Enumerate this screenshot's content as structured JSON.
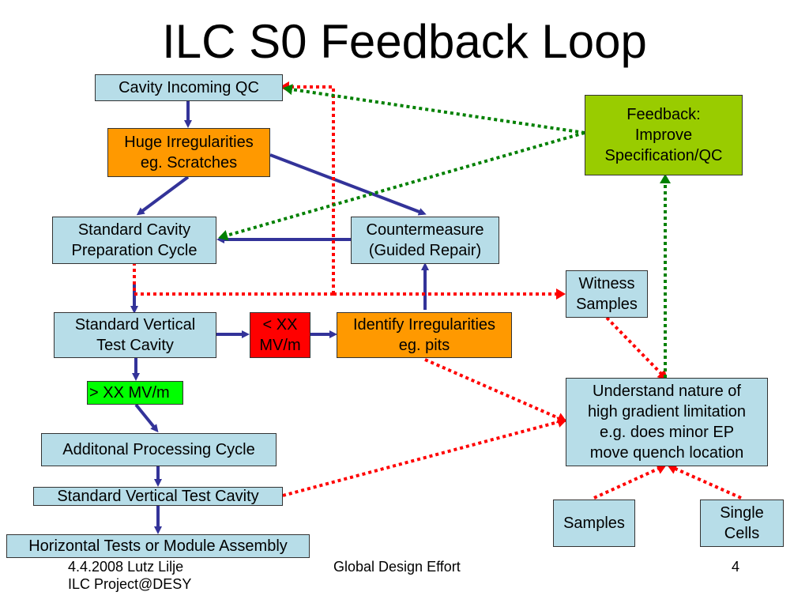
{
  "title": "ILC S0 Feedback Loop",
  "nodes": {
    "cavity_incoming_qc": "Cavity Incoming QC",
    "huge_irregularities": "Huge Irregularities\neg. Scratches",
    "standard_cavity_prep": "Standard Cavity\nPreparation Cycle",
    "countermeasure": "Countermeasure\n(Guided Repair)",
    "witness_samples": "Witness\nSamples",
    "standard_vertical_test": "Standard Vertical\nTest Cavity",
    "less_xx": "< XX\nMV/m",
    "identify_irregularities": "Identify Irregularities\neg. pits",
    "greater_xx": "> XX MV/m",
    "additional_processing": "Additonal Processing Cycle",
    "standard_vertical_test_2": "Standard Vertical Test Cavity",
    "horizontal_tests": "Horizontal Tests or Module Assembly",
    "feedback": "Feedback:\nImprove\nSpecification/QC",
    "understand_nature": "Understand nature of\nhigh gradient limitation\ne.g. does minor EP\nmove quench location",
    "samples": "Samples",
    "single_cells": "Single\nCells"
  },
  "colors": {
    "node_blue": "#b7dde8",
    "node_orange": "#ff9900",
    "node_red": "#ff0000",
    "node_bright_green": "#00ff00",
    "node_olive": "#99cc00",
    "arrow_blue": "#333399",
    "arrow_red_dotted": "#ff0000",
    "arrow_green_dotted": "#008000"
  },
  "footer": {
    "left_line1": "4.4.2008 Lutz Lilje",
    "left_line2": "ILC Project@DESY",
    "center": "Global Design Effort",
    "page_number": "4"
  }
}
